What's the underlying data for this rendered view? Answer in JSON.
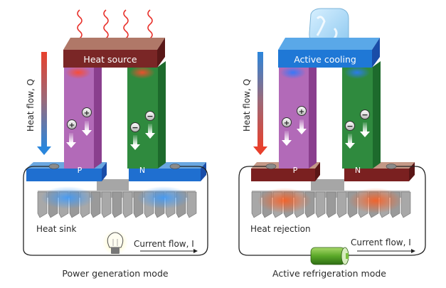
{
  "panels": [
    {
      "id": "power",
      "top_block_label": "Heat source",
      "heat_flow_label": "Heat flow, Q",
      "p_label": "P",
      "n_label": "N",
      "bottom_label": "Heat sink",
      "current_label": "Current flow, I",
      "mode_label": "Power generation mode",
      "device": "light-bulb",
      "colors": {
        "top": "#7a2626",
        "top_face": "#b07868",
        "base": "#1f6fd0",
        "base_top": "#6aa7e0",
        "glow": "#4aa0ff",
        "arrow_top": "#e8402c",
        "arrow_bottom": "#2a86dc"
      }
    },
    {
      "id": "refrigeration",
      "top_block_label": "Active cooling",
      "heat_flow_label": "Heat flow, Q",
      "p_label": "P",
      "n_label": "N",
      "bottom_label": "Heat rejection",
      "current_label": "Current flow, I",
      "mode_label": "Active refrigeration mode",
      "device": "battery",
      "colors": {
        "top": "#1f78d6",
        "top_face": "#5aa8e8",
        "base": "#7a2020",
        "base_top": "#c49886",
        "glow": "#ff5a2a",
        "arrow_top": "#2a86dc",
        "arrow_bottom": "#e8402c"
      }
    }
  ],
  "carriers": {
    "p": "+",
    "n": "−"
  },
  "material_colors": {
    "p": "#b26ab8",
    "p_side": "#8a3f8e",
    "n": "#2f8a3e",
    "n_side": "#1d6a2c"
  }
}
